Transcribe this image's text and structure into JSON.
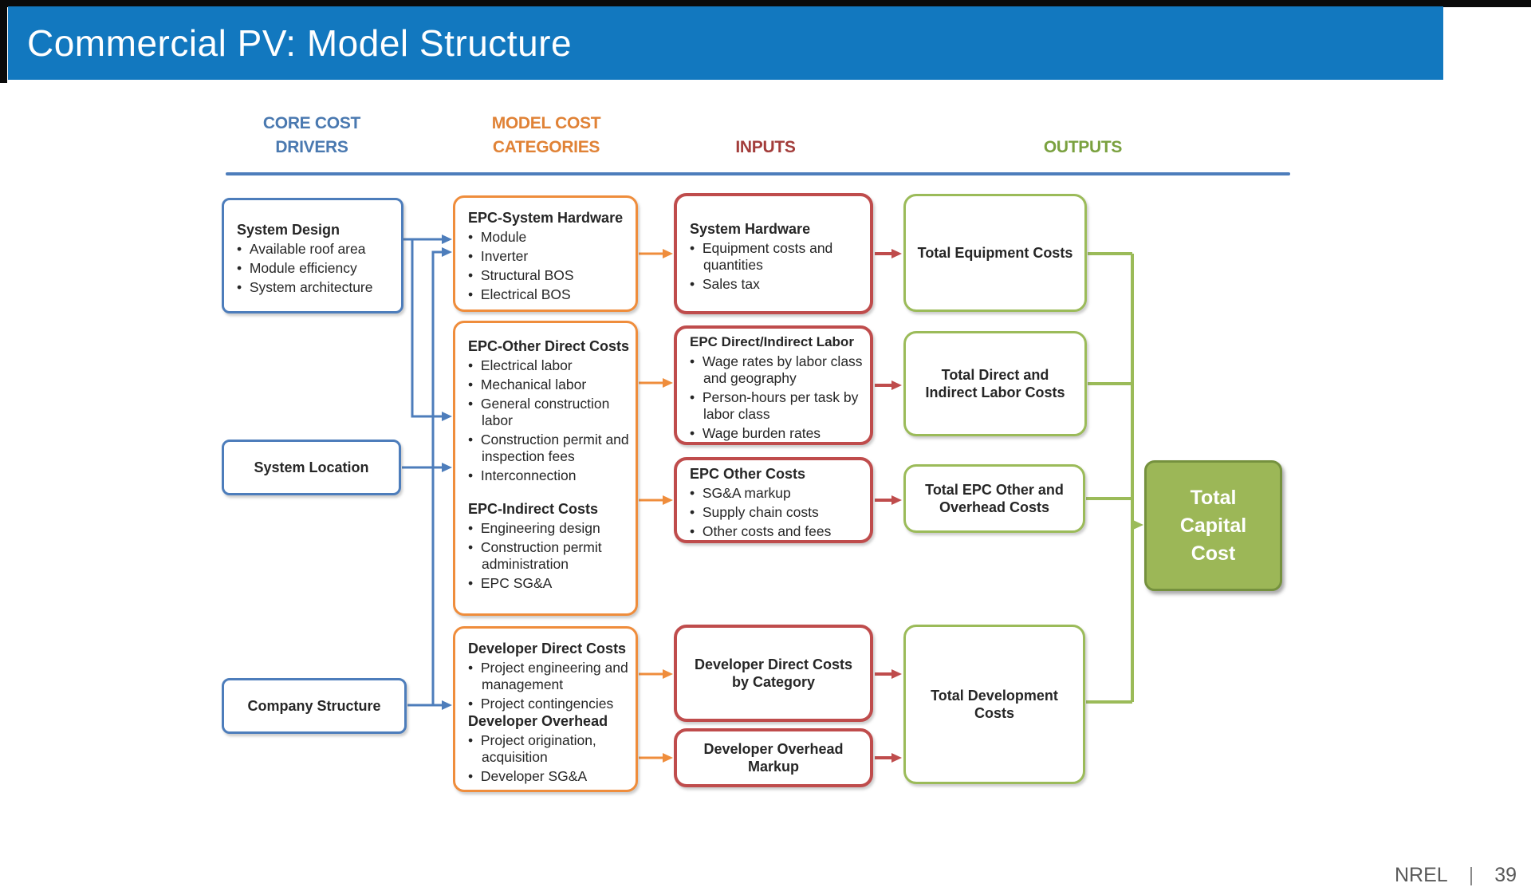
{
  "colors": {
    "title_bar_bg": "#1278bf",
    "blue": "#4d7dbb",
    "orange": "#ef8d3c",
    "red": "#bf4c4c",
    "green": "#9bbb59",
    "green_fill": "#9cb757",
    "green_fill_border": "#75913e",
    "hdr_blue": "#4a79b0",
    "hdr_orange": "#e08236",
    "hdr_red": "#a33d3b",
    "hdr_green": "#7aa13f",
    "text_dark": "#262626",
    "footer_gray": "#595959",
    "title_text": "#ffffff"
  },
  "title": "Commercial PV: Model Structure",
  "column_headers": {
    "drivers_line1": "CORE COST",
    "drivers_line2": "DRIVERS",
    "categories_line1": "MODEL COST",
    "categories_line2": "CATEGORIES",
    "inputs": "INPUTS",
    "outputs": "OUTPUTS"
  },
  "drivers": {
    "system_design": {
      "title": "System Design",
      "bullets": [
        "Available roof area",
        "Module efficiency",
        "System architecture"
      ]
    },
    "system_location": {
      "title": "System Location"
    },
    "company_structure": {
      "title": "Company Structure"
    }
  },
  "categories": {
    "epc_system_hardware": {
      "title": "EPC-System Hardware",
      "bullets": [
        "Module",
        "Inverter",
        "Structural BOS",
        "Electrical BOS"
      ]
    },
    "epc_other_direct": {
      "title": "EPC-Other Direct Costs",
      "bullets": [
        "Electrical labor",
        "Mechanical labor",
        "General construction labor",
        "Construction permit and inspection fees",
        "Interconnection"
      ]
    },
    "epc_indirect": {
      "title": "EPC-Indirect Costs",
      "bullets": [
        "Engineering design",
        "Construction permit administration",
        "EPC SG&A"
      ]
    },
    "developer_direct": {
      "title": "Developer Direct Costs",
      "bullets": [
        "Project engineering and management",
        "Project contingencies"
      ]
    },
    "developer_overhead": {
      "title": "Developer Overhead",
      "bullets": [
        "Project origination, acquisition",
        "Developer SG&A"
      ]
    }
  },
  "inputs": {
    "system_hardware": {
      "title": "System Hardware",
      "bullets": [
        "Equipment costs and quantities",
        "Sales tax"
      ]
    },
    "epc_labor": {
      "title": "EPC Direct/Indirect Labor",
      "bullets": [
        "Wage rates by labor class and geography",
        "Person-hours per task by labor class",
        "Wage burden rates"
      ]
    },
    "epc_other": {
      "title": "EPC Other Costs",
      "bullets": [
        "SG&A markup",
        "Supply chain costs",
        "Other costs and fees"
      ]
    },
    "developer_direct_by_category": {
      "title": "Developer Direct Costs by Category"
    },
    "developer_overhead_markup": {
      "title": "Developer Overhead Markup"
    }
  },
  "outputs": {
    "total_equipment": "Total Equipment Costs",
    "total_labor": "Total Direct and Indirect Labor Costs",
    "total_epc_other": "Total EPC Other and Overhead Costs",
    "total_development": "Total Development Costs",
    "total_capital": "Total Capital Cost"
  },
  "footer": {
    "brand": "NREL",
    "separator": "|",
    "page": "39"
  }
}
